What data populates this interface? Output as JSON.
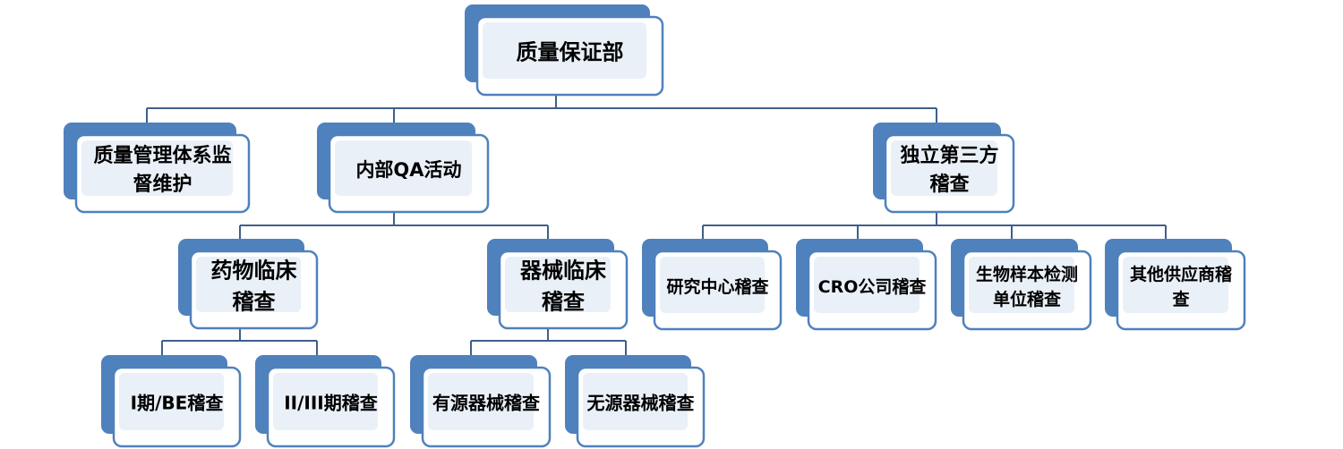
{
  "diagram": {
    "root": {
      "lines": [
        "质量保证部"
      ]
    },
    "level1": [
      {
        "lines": [
          "质量管理体系监",
          "督维护"
        ]
      },
      {
        "lines": [
          "内部QA活动"
        ]
      },
      {
        "lines": [
          "独立第三方",
          "稽查"
        ]
      }
    ],
    "internal_qa": [
      {
        "lines": [
          "药物临床",
          "稽查"
        ]
      },
      {
        "lines": [
          "器械临床",
          "稽查"
        ]
      }
    ],
    "drug_audit": [
      {
        "lines": [
          "I期/BE稽查"
        ]
      },
      {
        "lines": [
          "II/III期稽查"
        ]
      }
    ],
    "device_audit": [
      {
        "lines": [
          "有源器械稽查"
        ]
      },
      {
        "lines": [
          "无源器械稽查"
        ]
      }
    ],
    "third_party": [
      {
        "lines": [
          "研究中心稽查"
        ]
      },
      {
        "lines": [
          "CRO公司稽查"
        ]
      },
      {
        "lines": [
          "生物样本检测",
          "单位稽查"
        ]
      },
      {
        "lines": [
          "其他供应商稽",
          "查"
        ]
      }
    ]
  },
  "colors": {
    "shadow": "#4f81bd",
    "border": "#4f81bd",
    "inner": "#eaf0f8",
    "connector": "#3f5f8a"
  }
}
